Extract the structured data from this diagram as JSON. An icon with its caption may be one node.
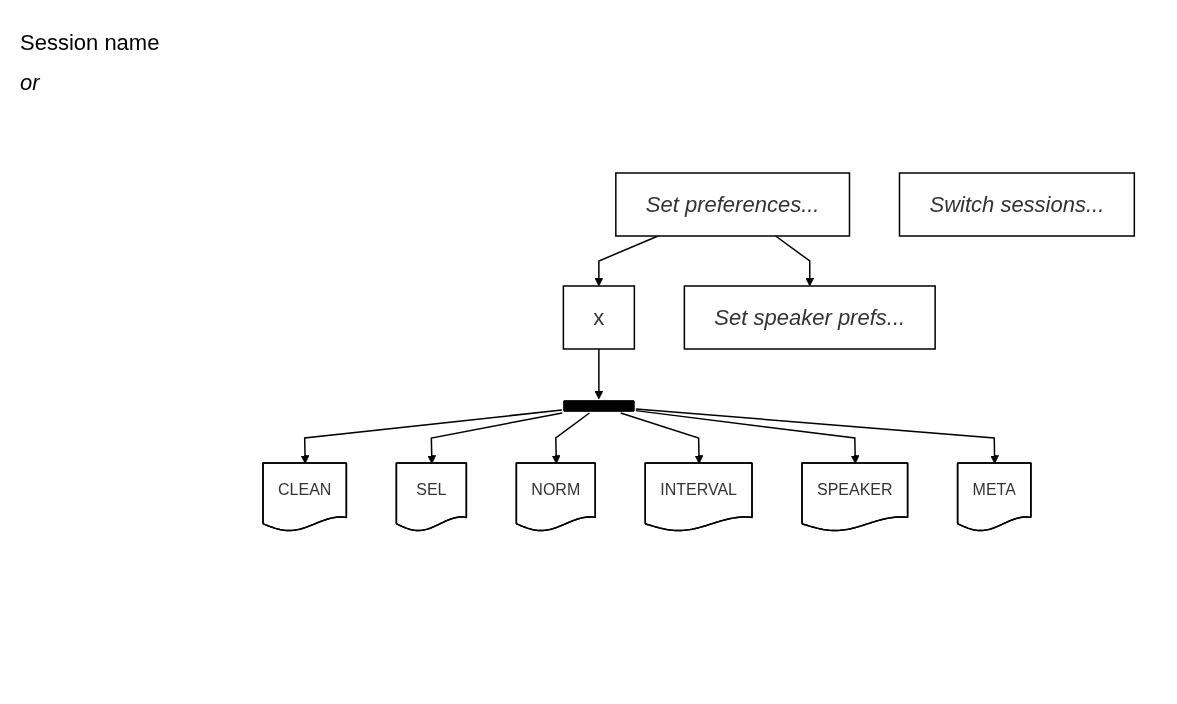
{
  "diagram": {
    "nodes": [
      {
        "text": [
          "Set preferences..."
        ]
      },
      {
        "text": [
          "x"
        ]
      },
      {
        "text": [
          "Switch sessions..."
        ]
      },
      {
        "text": [],
        "shape": "bar"
      },
      {
        "text": [
          "CLEAN"
        ]
      },
      {
        "text": [
          "SEL"
        ]
      },
      {
        "text": [
          "NORM"
        ]
      },
      {
        "text": [
          "INTERVAL"
        ]
      },
      {
        "text": [
          "SPEAKER"
        ]
      },
      {
        "text": [
          "META"
        ]
      },
      {
        "text": [
          "Set speaker prefs..."
        ]
      }
    ],
    "edges": [
      {
        "from": 0,
        "to": 1,
        "arrow": "to"
      },
      {
        "from": 0,
        "to": 10,
        "arrow": "to"
      },
      {
        "from": 1,
        "to": 3,
        "arrow": "to"
      },
      {
        "from": 3,
        "to": 4,
        "arrow": "to"
      },
      {
        "from": 3,
        "to": 5,
        "arrow": "to"
      },
      {
        "from": 3,
        "to": 6,
        "arrow": "to"
      },
      {
        "from": 3,
        "to": 7,
        "arrow": "to"
      },
      {
        "from": 3,
        "to": 8,
        "arrow": "to"
      },
      {
        "from": 3,
        "to": 9,
        "arrow": "to"
      }
    ],
    "labels": [
      "Session name",
      "or"
    ]
  }
}
